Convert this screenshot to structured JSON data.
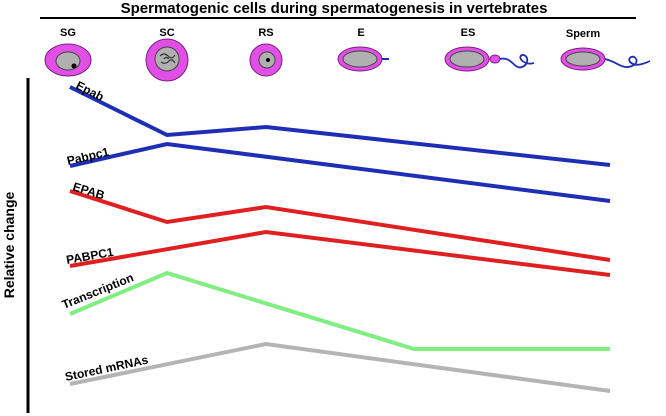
{
  "title": "Spermatogenic cells during spermatogenesis in vertebrates",
  "y_axis_label": "Relative change",
  "stages": [
    "SG",
    "SC",
    "RS",
    "E",
    "ES",
    "Sperm"
  ],
  "colors": {
    "blue": "#1f2fb5",
    "red": "#e02020",
    "green": "#80ee80",
    "gray": "#b4b4b4",
    "cell_fill": "#e24fe6",
    "cell_inner": "#b0b0b0"
  },
  "lines": [
    {
      "label": "Epab",
      "color": "blue"
    },
    {
      "label": "Pabpc1",
      "color": "blue"
    },
    {
      "label": "EPAB",
      "color": "red"
    },
    {
      "label": "PABPC1",
      "color": "red"
    },
    {
      "label": "Transcription",
      "color": "green"
    },
    {
      "label": "Stored mRNAs",
      "color": "gray"
    }
  ]
}
